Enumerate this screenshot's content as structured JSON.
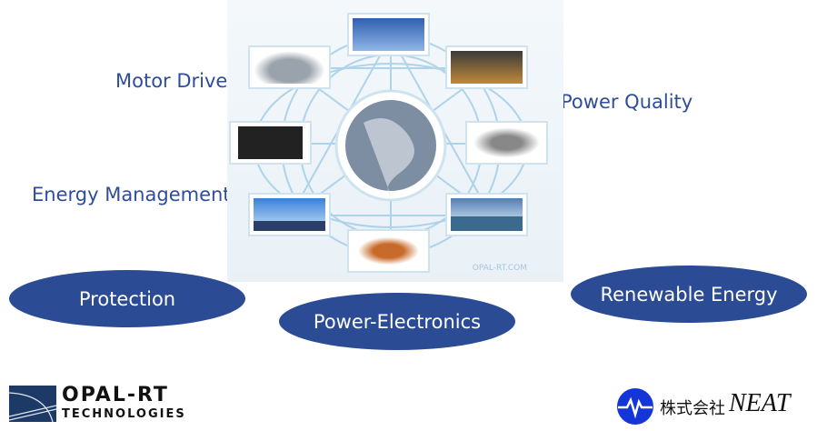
{
  "labels": {
    "motor_drive": "Motor Drive",
    "power_quality": "Power Quality",
    "energy_management": "Energy Management"
  },
  "ellipses": {
    "protection": "Protection",
    "power_electronics": "Power-Electronics",
    "renewable_energy": "Renewable Energy"
  },
  "panel": {
    "url": "OPAL-RT.COM"
  },
  "logos": {
    "opal_line1": "OPAL-RT",
    "opal_line2": "TECHNOLOGIES",
    "neat_jp": "株式会社",
    "neat_en": "NEAT"
  },
  "colors": {
    "accent": "#2b4b94"
  }
}
